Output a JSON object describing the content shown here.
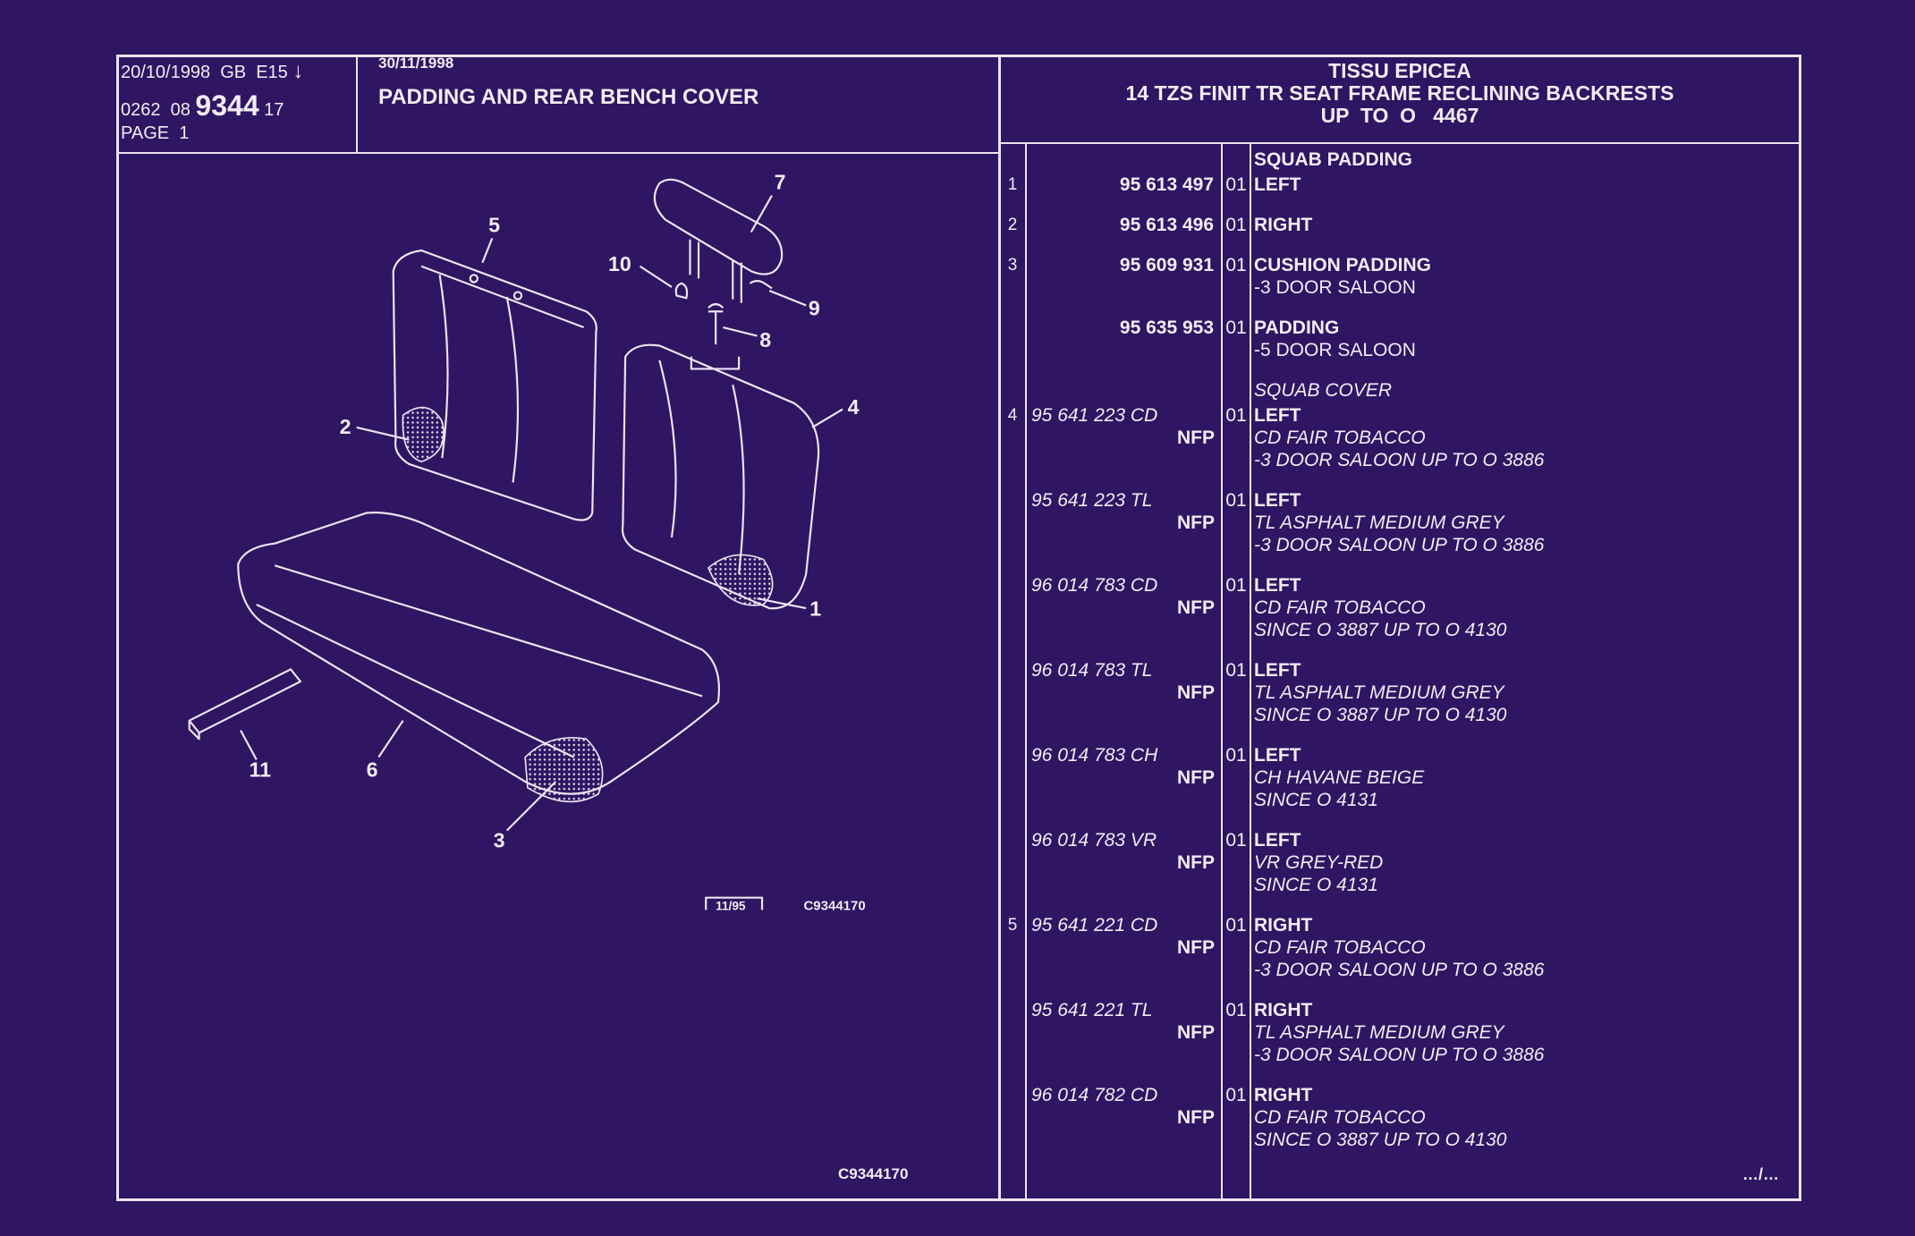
{
  "header": {
    "date_line": "20/10/1998  GB  E15",
    "arrow": "↓",
    "code_prefix": "0262  08",
    "code_main": "9344",
    "code_suffix": "17",
    "page": "PAGE  1",
    "revision_date": "30/11/1998",
    "title": "PADDING AND REAR BENCH COVER",
    "right_title_1": "TISSU EPICEA",
    "right_title_2": "14 TZS FINIT TR SEAT FRAME RECLINING BACKRESTS",
    "right_title_3": "UP  TO  O   4467"
  },
  "illustration": {
    "callouts": [
      "1",
      "2",
      "3",
      "4",
      "5",
      "6",
      "7",
      "8",
      "9",
      "10",
      "11"
    ],
    "stamp_date": "11/95",
    "figure_code": "C9344170"
  },
  "footer": {
    "figure_code": "C9344170",
    "continued": "…/…"
  },
  "entries": [
    {
      "ref": "",
      "part": "",
      "part_style": "r",
      "nfp": "",
      "qty": "",
      "kind": "head",
      "lines": [
        {
          "text": "SQUAB PADDING",
          "style": "b"
        }
      ]
    },
    {
      "ref": "1",
      "part": "95 613 497",
      "part_style": "r",
      "nfp": "",
      "qty": "01",
      "kind": "gap",
      "lines": [
        {
          "text": "LEFT",
          "style": "b"
        }
      ]
    },
    {
      "ref": "2",
      "part": "95 613 496",
      "part_style": "r",
      "nfp": "",
      "qty": "01",
      "kind": "gap",
      "lines": [
        {
          "text": "RIGHT",
          "style": "b"
        }
      ]
    },
    {
      "ref": "3",
      "part": "95 609 931",
      "part_style": "r",
      "nfp": "",
      "qty": "01",
      "kind": "gap",
      "lines": [
        {
          "text": "CUSHION PADDING",
          "style": "b"
        },
        {
          "text": "-3 DOOR SALOON",
          "style": ""
        }
      ]
    },
    {
      "ref": "",
      "part": "95 635 953",
      "part_style": "r",
      "nfp": "",
      "qty": "01",
      "kind": "gap",
      "lines": [
        {
          "text": "PADDING",
          "style": "b"
        },
        {
          "text": "-5 DOOR SALOON",
          "style": ""
        }
      ]
    },
    {
      "ref": "",
      "part": "",
      "part_style": "r",
      "nfp": "",
      "qty": "",
      "kind": "head",
      "lines": [
        {
          "text": "SQUAB COVER",
          "style": "i"
        }
      ]
    },
    {
      "ref": "4",
      "part": "95 641 223 CD",
      "part_style": "i",
      "nfp": "NFP",
      "qty": "01",
      "kind": "gap",
      "lines": [
        {
          "text": "LEFT",
          "style": "b"
        },
        {
          "text": "CD FAIR TOBACCO",
          "style": "i"
        },
        {
          "text": "-3 DOOR SALOON UP  TO  O  3886",
          "style": "i"
        }
      ]
    },
    {
      "ref": "",
      "part": "95 641 223 TL",
      "part_style": "i",
      "nfp": "NFP",
      "qty": "01",
      "kind": "gap",
      "lines": [
        {
          "text": "LEFT",
          "style": "b"
        },
        {
          "text": "TL ASPHALT MEDIUM GREY",
          "style": "i"
        },
        {
          "text": "-3 DOOR SALOON UP  TO  O  3886",
          "style": "i"
        }
      ]
    },
    {
      "ref": "",
      "part": "96 014 783 CD",
      "part_style": "i",
      "nfp": "NFP",
      "qty": "01",
      "kind": "gap",
      "lines": [
        {
          "text": "LEFT",
          "style": "b"
        },
        {
          "text": "CD FAIR TOBACCO",
          "style": "i"
        },
        {
          "text": "SINCE  O  3887 UP  TO  O  4130",
          "style": "i"
        }
      ]
    },
    {
      "ref": "",
      "part": "96 014 783 TL",
      "part_style": "i",
      "nfp": "NFP",
      "qty": "01",
      "kind": "gap",
      "lines": [
        {
          "text": "LEFT",
          "style": "b"
        },
        {
          "text": "TL ASPHALT MEDIUM GREY",
          "style": "i"
        },
        {
          "text": "SINCE  O  3887 UP  TO  O  4130",
          "style": "i"
        }
      ]
    },
    {
      "ref": "",
      "part": "96 014 783 CH",
      "part_style": "i",
      "nfp": "NFP",
      "qty": "01",
      "kind": "gap",
      "lines": [
        {
          "text": "LEFT",
          "style": "b"
        },
        {
          "text": "CH HAVANE BEIGE",
          "style": "i"
        },
        {
          "text": "SINCE  O  4131",
          "style": "i"
        }
      ]
    },
    {
      "ref": "",
      "part": "96 014 783 VR",
      "part_style": "i",
      "nfp": "NFP",
      "qty": "01",
      "kind": "gap",
      "lines": [
        {
          "text": "LEFT",
          "style": "b"
        },
        {
          "text": "VR GREY-RED",
          "style": "i"
        },
        {
          "text": "SINCE  O  4131",
          "style": "i"
        }
      ]
    },
    {
      "ref": "5",
      "part": "95 641 221 CD",
      "part_style": "i",
      "nfp": "NFP",
      "qty": "01",
      "kind": "gap",
      "lines": [
        {
          "text": "RIGHT",
          "style": "b"
        },
        {
          "text": "CD FAIR TOBACCO",
          "style": "i"
        },
        {
          "text": "-3 DOOR SALOON UP  TO  O  3886",
          "style": "i"
        }
      ]
    },
    {
      "ref": "",
      "part": "95 641 221 TL",
      "part_style": "i",
      "nfp": "NFP",
      "qty": "01",
      "kind": "gap",
      "lines": [
        {
          "text": "RIGHT",
          "style": "b"
        },
        {
          "text": "TL ASPHALT MEDIUM GREY",
          "style": "i"
        },
        {
          "text": "-3 DOOR SALOON UP  TO  O  3886",
          "style": "i"
        }
      ]
    },
    {
      "ref": "",
      "part": "96 014 782 CD",
      "part_style": "i",
      "nfp": "NFP",
      "qty": "01",
      "kind": "gap",
      "lines": [
        {
          "text": "RIGHT",
          "style": "b"
        },
        {
          "text": "CD FAIR TOBACCO",
          "style": "i"
        },
        {
          "text": "SINCE  O  3887 UP  TO  O  4130",
          "style": "i"
        }
      ]
    }
  ]
}
